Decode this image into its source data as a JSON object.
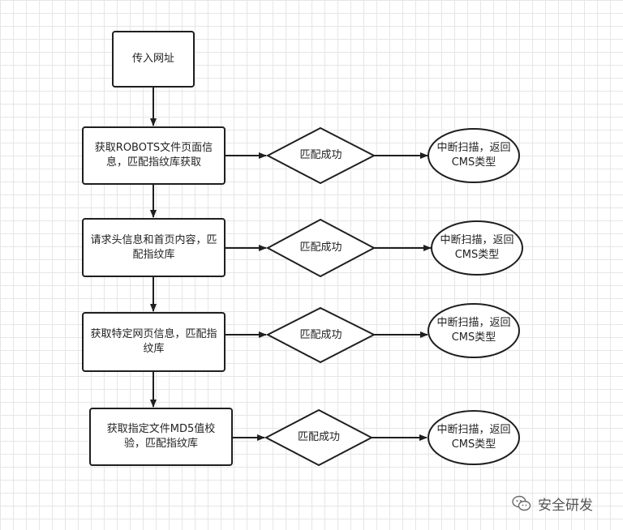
{
  "flowchart": {
    "start": "传入网址",
    "steps": [
      {
        "process": "获取ROBOTS文件页面信息，匹配指纹库获取",
        "decision": "匹配成功",
        "terminal": "中断扫描，返回CMS类型"
      },
      {
        "process": "请求头信息和首页内容，匹配指纹库",
        "decision": "匹配成功",
        "terminal": "中断扫描，返回CMS类型"
      },
      {
        "process": "获取特定网页信息，匹配指纹库",
        "decision": "匹配成功",
        "terminal": "中断扫描，返回CMS类型"
      },
      {
        "process": "获取指定文件MD5值校验，匹配指纹库",
        "decision": "匹配成功",
        "terminal": "中断扫描，返回CMS类型"
      }
    ]
  },
  "watermark": {
    "text": "安全研发",
    "icon": "wechat-icon"
  }
}
